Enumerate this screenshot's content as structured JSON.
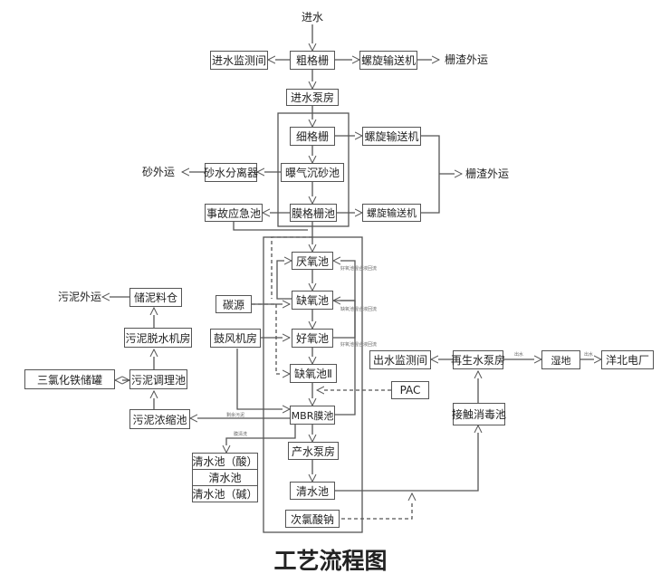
{
  "flow": {
    "inlet": "进水",
    "coarse_screen": "粗格栅",
    "inlet_monitor": "进水监测间",
    "screw_conveyor_1": "螺旋输送机",
    "screenings_out_1": "栅渣外运",
    "inlet_pump": "进水泵房",
    "fine_screen": "细格栅",
    "screw_conveyor_2": "螺旋输送机",
    "aerated_grit": "曝气沉砂池",
    "grit_separator": "砂水分离器",
    "sand_out": "砂外运",
    "screenings_out_2": "栅渣外运",
    "membrane_screen": "膜格栅池",
    "screw_conveyor_3": "螺旋输送机",
    "emergency_tank": "事故应急池",
    "anaerobic": "厌氧池",
    "anoxic": "缺氧池",
    "carbon_source": "碳源",
    "aerobic": "好氧池",
    "blower": "鼓风机房",
    "anoxic2": "缺氧池Ⅱ",
    "pac": "PAC",
    "mbr": "MBR膜池",
    "product_pump": "产水泵房",
    "clear_tank": "清水池",
    "hypochlorite": "次氯酸钠",
    "clean_acid": "清水池（酸）",
    "clean_mid": "清水池",
    "clean_base": "清水池（碱）",
    "sludge_out": "污泥外运",
    "sludge_silo": "储泥料仓",
    "dewater": "污泥脱水机房",
    "conditioning": "污泥调理池",
    "fecl3": "三氯化铁储罐",
    "thickener": "污泥浓缩池",
    "outlet_monitor": "出水监测间",
    "reuse_pump": "再生水泵房",
    "wetland": "湿地",
    "power_plant": "洋北电厂",
    "contact_disinfect": "接触消毒池",
    "label_excess_sludge": "剩余污泥",
    "label_membrane_wash": "膜清洗",
    "label_outlet_1": "出水",
    "label_outlet_2": "出水",
    "tiny_1": "好氧池混合液回流",
    "tiny_2": "缺氧池混合液回流",
    "tiny_3": "好氧池混合液回流"
  },
  "caption": "工艺流程图"
}
